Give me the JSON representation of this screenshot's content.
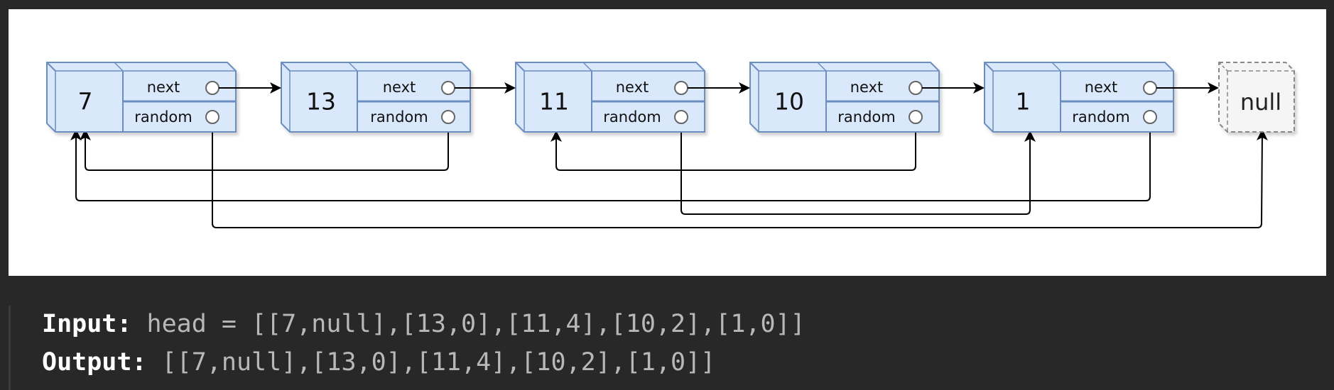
{
  "diagram": {
    "nodes": [
      {
        "value": "7",
        "next_label": "next",
        "random_label": "random"
      },
      {
        "value": "13",
        "next_label": "next",
        "random_label": "random"
      },
      {
        "value": "11",
        "next_label": "next",
        "random_label": "random"
      },
      {
        "value": "10",
        "next_label": "next",
        "random_label": "random"
      },
      {
        "value": "1",
        "next_label": "next",
        "random_label": "random"
      }
    ],
    "null_label": "null",
    "random_targets": [
      null,
      0,
      4,
      2,
      0
    ],
    "colors": {
      "node_fill": "#dae8fc",
      "node_stroke": "#6c8ebf",
      "null_fill": "#f5f5f5",
      "null_stroke": "#666666",
      "arrow": "#000000"
    }
  },
  "example": {
    "input_label": "Input:",
    "input_value": "head = [[7,null],[13,0],[11,4],[10,2],[1,0]]",
    "output_label": "Output:",
    "output_value": "[[7,null],[13,0],[11,4],[10,2],[1,0]]"
  }
}
